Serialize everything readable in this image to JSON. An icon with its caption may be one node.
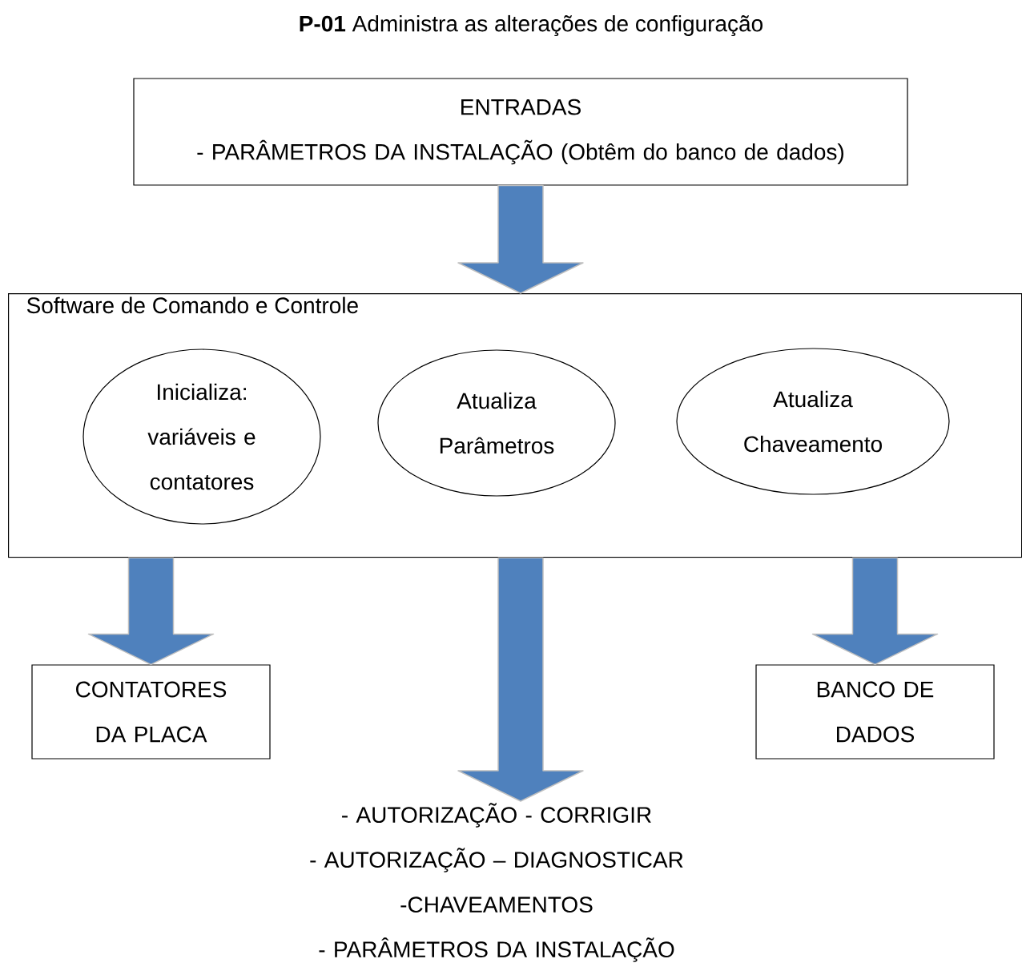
{
  "diagram": {
    "title": "**P-01** Administra as alterações de configuração",
    "nodes": [
      {
        "text": [
          "ENTRADAS",
          "- PARÂMETROS DA INSTALAÇÃO (Obtêm do banco de dados)"
        ]
      },
      {
        "text": [
          "Software de Comando e Controle"
        ]
      },
      {
        "text": [
          "Inicializa: variáveis e contatores"
        ],
        "in": 1
      },
      {
        "text": [
          "Atualiza Parâmetros"
        ],
        "in": 1
      },
      {
        "text": [
          "Atualiza Chaveamento"
        ],
        "in": 1
      },
      {
        "text": [
          "CONTATORES DA PLACA"
        ]
      },
      {
        "text": [
          "BANCO DE DADOS"
        ]
      },
      {
        "text": [
          "- AUTORIZAÇÃO - CORRIGIR",
          "- AUTORIZAÇÃO – DIAGNOSTICAR",
          "-CHAVEAMENTOS",
          "- PARÂMETROS DA INSTALAÇÃO"
        ]
      }
    ],
    "edges": [
      {
        "from": 0,
        "to": 1,
        "arrow": "to"
      },
      {
        "from": 1,
        "to": 5,
        "arrow": "to"
      },
      {
        "from": 1,
        "to": 7,
        "arrow": "to"
      },
      {
        "from": 1,
        "to": 6,
        "arrow": "to"
      }
    ]
  }
}
